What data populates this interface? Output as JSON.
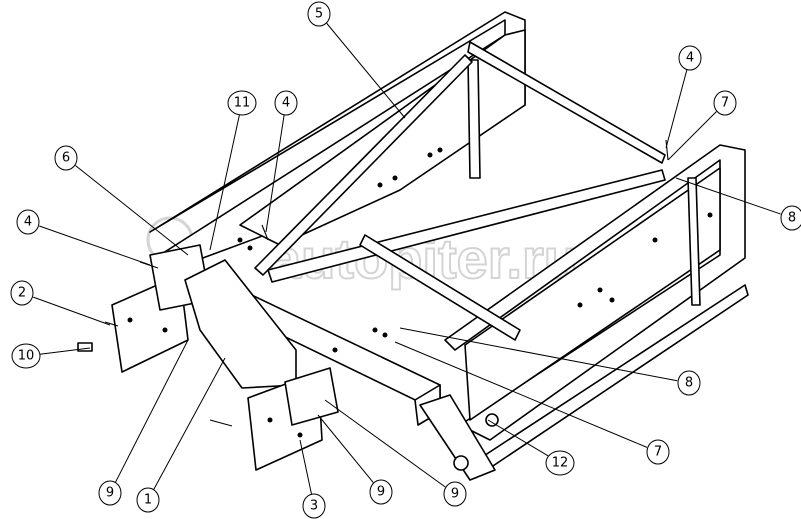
{
  "watermark": "autopiter.ru",
  "callouts": [
    {
      "label": "5"
    },
    {
      "label": "4"
    },
    {
      "label": "7"
    },
    {
      "label": "8"
    },
    {
      "label": "11"
    },
    {
      "label": "4"
    },
    {
      "label": "6"
    },
    {
      "label": "4"
    },
    {
      "label": "2"
    },
    {
      "label": "10"
    },
    {
      "label": "9"
    },
    {
      "label": "1"
    },
    {
      "label": "3"
    },
    {
      "label": "9"
    },
    {
      "label": "9"
    },
    {
      "label": "12"
    },
    {
      "label": "7"
    },
    {
      "label": "8"
    }
  ]
}
